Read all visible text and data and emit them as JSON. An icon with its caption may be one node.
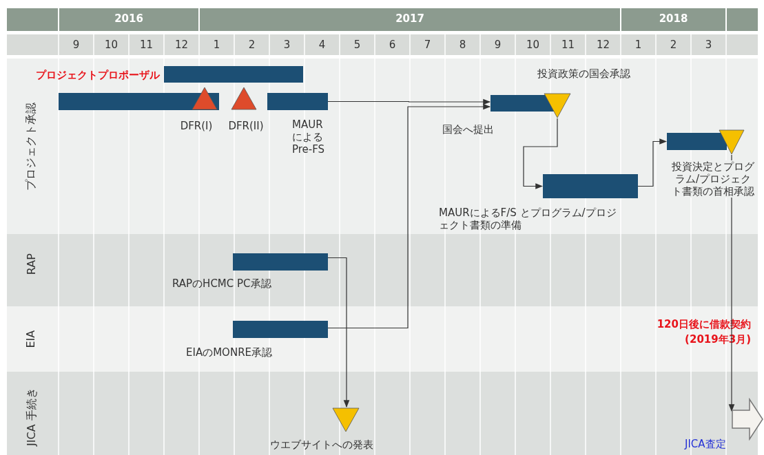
{
  "diagram": {
    "nodes": [
      {
        "text": [],
        "shape": "bar",
        "beside": [
          "プロジェクトプロポーザル"
        ]
      },
      {
        "text": [],
        "shape": "bar"
      },
      {
        "text": [],
        "shape": "triangle",
        "beside": [
          "DFR(I)"
        ]
      },
      {
        "text": [],
        "shape": "triangle",
        "beside": [
          "DFR(II)"
        ]
      },
      {
        "text": [],
        "shape": "bar",
        "beside": [
          "MAUR による Pre-FS"
        ]
      },
      {
        "text": [],
        "shape": "bar",
        "beside": [
          "国会へ提出"
        ]
      },
      {
        "text": [],
        "shape": "triangle",
        "beside": [
          "投資政策の国会承認"
        ]
      },
      {
        "text": [],
        "shape": "bar",
        "beside": [
          "MAURによるF/S とプログラム/プロジェクト書類の準備"
        ]
      },
      {
        "text": [],
        "shape": "bar"
      },
      {
        "text": [],
        "shape": "triangle",
        "beside": [
          "投資決定とプログラム/プロジェクト書類の首相承認"
        ]
      },
      {
        "text": [],
        "shape": "bar",
        "beside": [
          "RAPのHCMC PC承認"
        ]
      },
      {
        "text": [],
        "shape": "bar",
        "beside": [
          "EIAのMONRE承認"
        ]
      },
      {
        "text": [],
        "shape": "triangle",
        "beside": [
          "ウエブサイトへの発表"
        ]
      },
      {
        "text": [],
        "shape": "arrow",
        "beside": [
          "JICA査定"
        ]
      }
    ],
    "edges": [
      {
        "from": 4,
        "to": 5,
        "arrow": "to"
      },
      {
        "from": 11,
        "to": 5,
        "arrow": "to"
      },
      {
        "from": 10,
        "to": 12,
        "arrow": "to"
      },
      {
        "from": 6,
        "to": 7,
        "arrow": "to"
      },
      {
        "from": 7,
        "to": 8,
        "arrow": "to"
      },
      {
        "from": 9,
        "to": 13,
        "arrow": "to"
      }
    ],
    "labels": [
      "2016",
      "2017",
      "2018",
      "9",
      "10",
      "11",
      "12",
      "1",
      "2",
      "3",
      "4",
      "5",
      "6",
      "7",
      "8",
      "9",
      "10",
      "11",
      "12",
      "1",
      "2",
      "3",
      "プロジェクト承認",
      "RAP",
      "EIA",
      "JICA 手続き",
      "120日後に借款契約",
      "(2019年3月)"
    ]
  }
}
